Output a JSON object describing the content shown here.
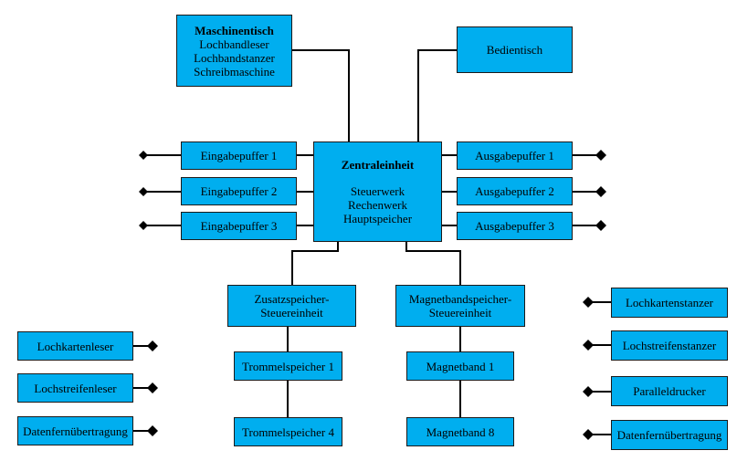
{
  "colors": {
    "box_fill": "#00aeef",
    "line": "#000000"
  },
  "maschinentisch": {
    "title": "Maschinentisch",
    "lines": [
      "Lochbandleser",
      "Lochbandstanzer",
      "Schreibmaschine"
    ]
  },
  "bedientisch": "Bedientisch",
  "zentraleinheit": {
    "title": "Zentraleinheit",
    "lines": [
      "Steuerwerk",
      "Rechenwerk",
      "Hauptspeicher"
    ]
  },
  "eingabepuffer": [
    "Eingabepuffer 1",
    "Eingabepuffer 2",
    "Eingabepuffer 3"
  ],
  "ausgabepuffer": [
    "Ausgabepuffer 1",
    "Ausgabepuffer 2",
    "Ausgabepuffer 3"
  ],
  "zusatzspeicher": [
    "Zusatzspeicher-",
    "Steuereinheit"
  ],
  "magnetbandspeicher": [
    "Magnetbandspeicher-",
    "Steuereinheit"
  ],
  "trommelspeicher": [
    "Trommelspeicher 1",
    "Trommelspeicher 4"
  ],
  "magnetband": [
    "Magnetband 1",
    "Magnetband 8"
  ],
  "input_devices": [
    "Lochkartenleser",
    "Lochstreifenleser",
    "Datenfernübertragung"
  ],
  "output_devices": [
    "Lochkartenstanzer",
    "Lochstreifenstanzer",
    "Paralleldrucker",
    "Datenfernübertragung"
  ]
}
